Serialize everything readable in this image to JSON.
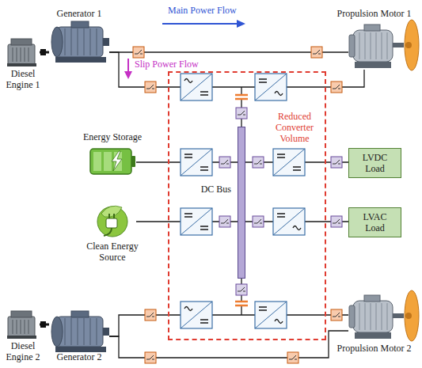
{
  "diagram": {
    "nodes": [
      {
        "text": [
          "Diesel Engine 1"
        ]
      },
      {
        "text": [
          "Generator 1"
        ]
      },
      {
        "text": [
          "Propulsion Motor 1"
        ]
      },
      {
        "text": [
          "Reduced Converter Volume"
        ]
      },
      {
        "text": [
          "DC Bus"
        ],
        "in": 3
      },
      {
        "text": [
          "Energy Storage"
        ]
      },
      {
        "text": [
          "Clean Energy Source"
        ]
      },
      {
        "text": [
          "LVDC Load"
        ]
      },
      {
        "text": [
          "LVAC Load"
        ]
      },
      {
        "text": [
          "Diesel Engine 2"
        ]
      },
      {
        "text": [
          "Generator 2"
        ]
      },
      {
        "text": [
          "Propulsion Motor 2"
        ]
      }
    ],
    "edges": [
      {
        "from": 0,
        "to": 1,
        "arrow": "none"
      },
      {
        "from": 1,
        "to": 2,
        "arrow": "none"
      },
      {
        "from": 1,
        "to": 2,
        "arrow": "none"
      },
      {
        "from": 5,
        "to": 4,
        "arrow": "none"
      },
      {
        "from": 6,
        "to": 4,
        "arrow": "none"
      },
      {
        "from": 4,
        "to": 7,
        "arrow": "none"
      },
      {
        "from": 4,
        "to": 8,
        "arrow": "none"
      },
      {
        "from": 9,
        "to": 10,
        "arrow": "none"
      },
      {
        "from": 10,
        "to": 11,
        "arrow": "none"
      },
      {
        "from": 10,
        "to": 11,
        "arrow": "none"
      }
    ],
    "labels": [
      "Main Power Flow",
      "Slip Power Flow"
    ]
  }
}
